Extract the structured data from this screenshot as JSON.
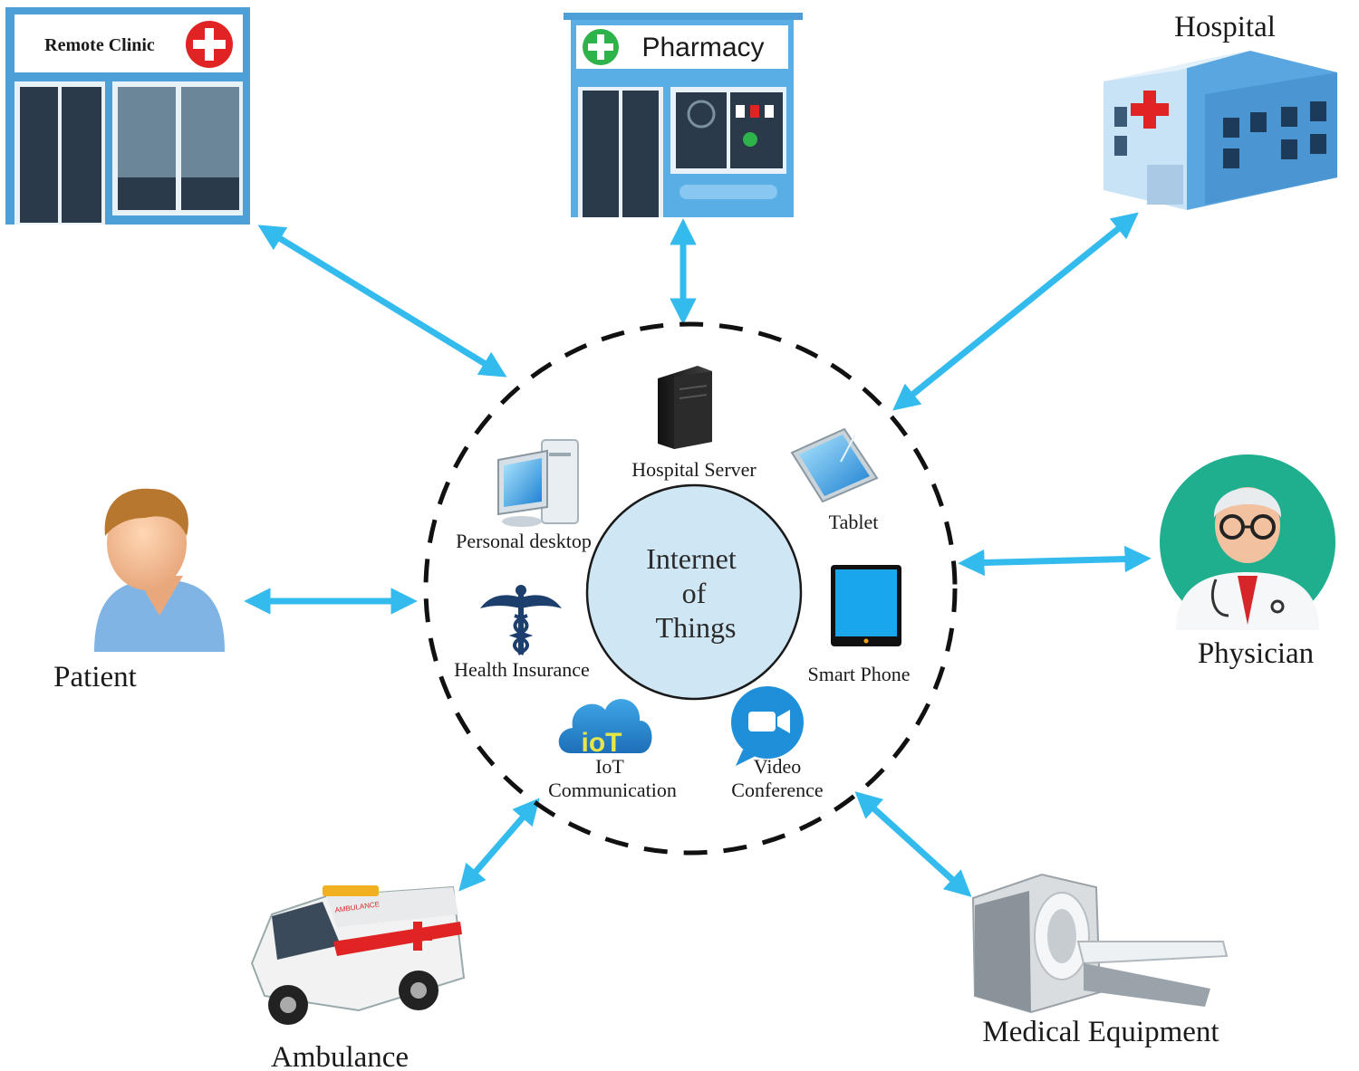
{
  "center": {
    "line1": "Internet",
    "line2": "of",
    "line3": "Things"
  },
  "devices": {
    "hospital_server": "Hospital Server",
    "personal_desktop": "Personal desktop",
    "tablet": "Tablet",
    "health_insurance": "Health Insurance",
    "smart_phone": "Smart Phone",
    "iot_comm_line1": "IoT",
    "iot_comm_line2": "Communication",
    "iot_logo": "ioT",
    "video_line1": "Video",
    "video_line2": "Conference"
  },
  "nodes": {
    "remote_clinic": "Remote Clinic",
    "pharmacy": "Pharmacy",
    "hospital": "Hospital",
    "patient": "Patient",
    "physician": "Physician",
    "ambulance": "Ambulance",
    "medical_equipment": "Medical Equipment",
    "ambulance_sign": "AMBULANCE"
  },
  "colors": {
    "arrow": "#33bbee",
    "hub_fill": "#cfe6f4",
    "building_blue": "#4d9fd8",
    "dark_door": "#2a3a4a",
    "cross_red": "#e02424",
    "pharmacy_green": "#2eb34a",
    "physician_bg": "#1faf8f"
  }
}
